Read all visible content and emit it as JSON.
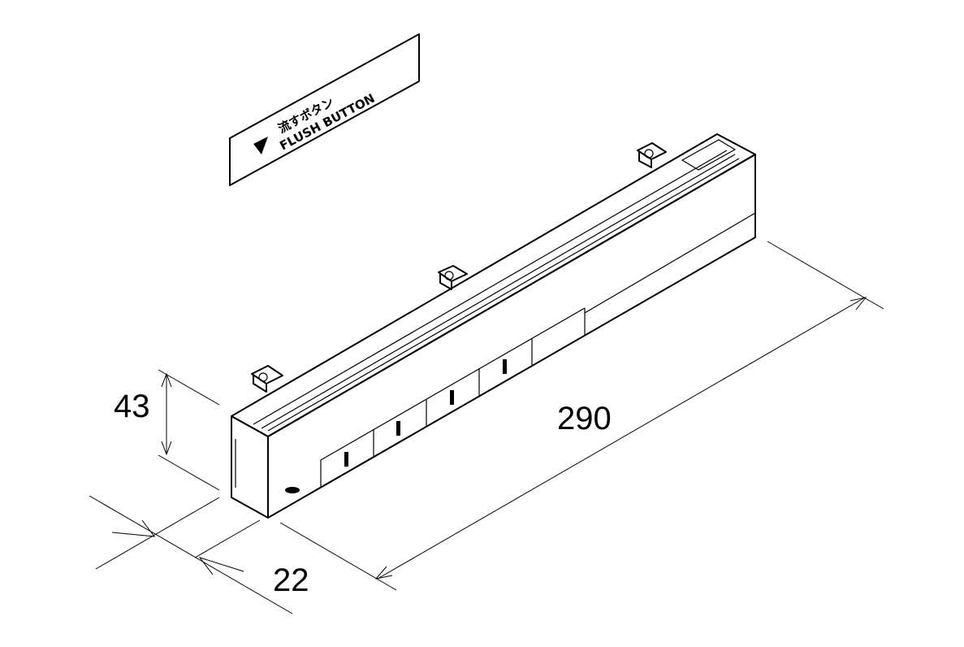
{
  "label_plate": {
    "line1": "流すボタン",
    "line2": "FLUSH BUTTON"
  },
  "dimensions": {
    "height": "43",
    "length": "290",
    "depth": "22"
  },
  "icons": {
    "flush_indicator": "down-triangle-icon"
  }
}
